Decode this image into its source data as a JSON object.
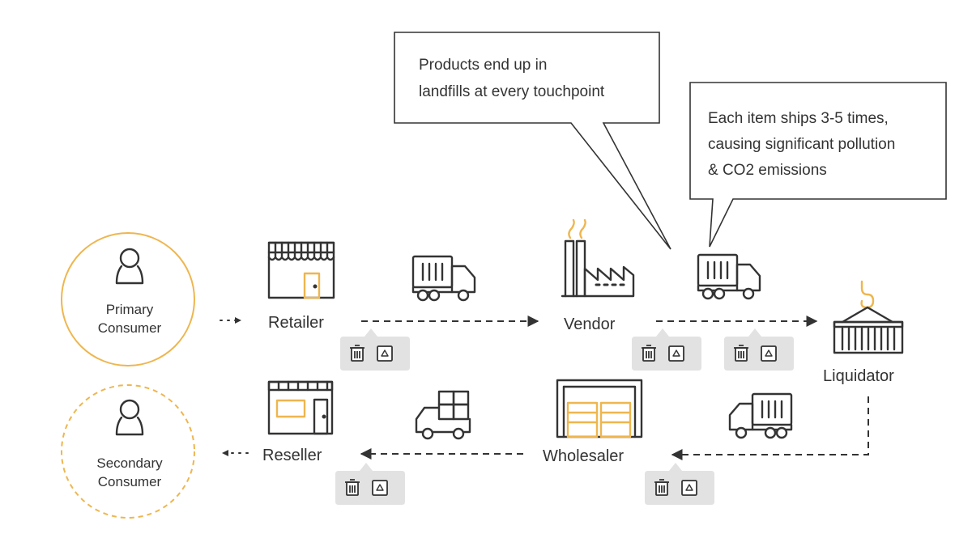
{
  "colors": {
    "accent": "#EEB64F",
    "line": "#333333",
    "badge": "#E2E2E2"
  },
  "callouts": {
    "landfills": {
      "lines": [
        "Products end up in",
        "landfills at every touchpoint"
      ]
    },
    "shipping": {
      "lines": [
        "Each item ships 3-5 times,",
        "causing significant pollution",
        "& CO2 emissions"
      ]
    }
  },
  "nodes": {
    "primary_consumer": {
      "line1": "Primary",
      "line2": "Consumer"
    },
    "secondary_consumer": {
      "line1": "Secondary",
      "line2": "Consumer"
    },
    "retailer": "Retailer",
    "vendor": "Vendor",
    "liquidator": "Liquidator",
    "wholesaler": "Wholesaler",
    "reseller": "Reseller"
  },
  "icons": {
    "primary": "person-icon",
    "secondary": "person-icon",
    "retailer": "storefront-icon",
    "vendor": "factory-icon",
    "liquidator": "shipping-container-icon",
    "wholesaler": "warehouse-icon",
    "reseller": "shop-icon",
    "transport": "truck-icon",
    "waste": [
      "trash-can-icon",
      "recycle-bin-icon"
    ]
  }
}
